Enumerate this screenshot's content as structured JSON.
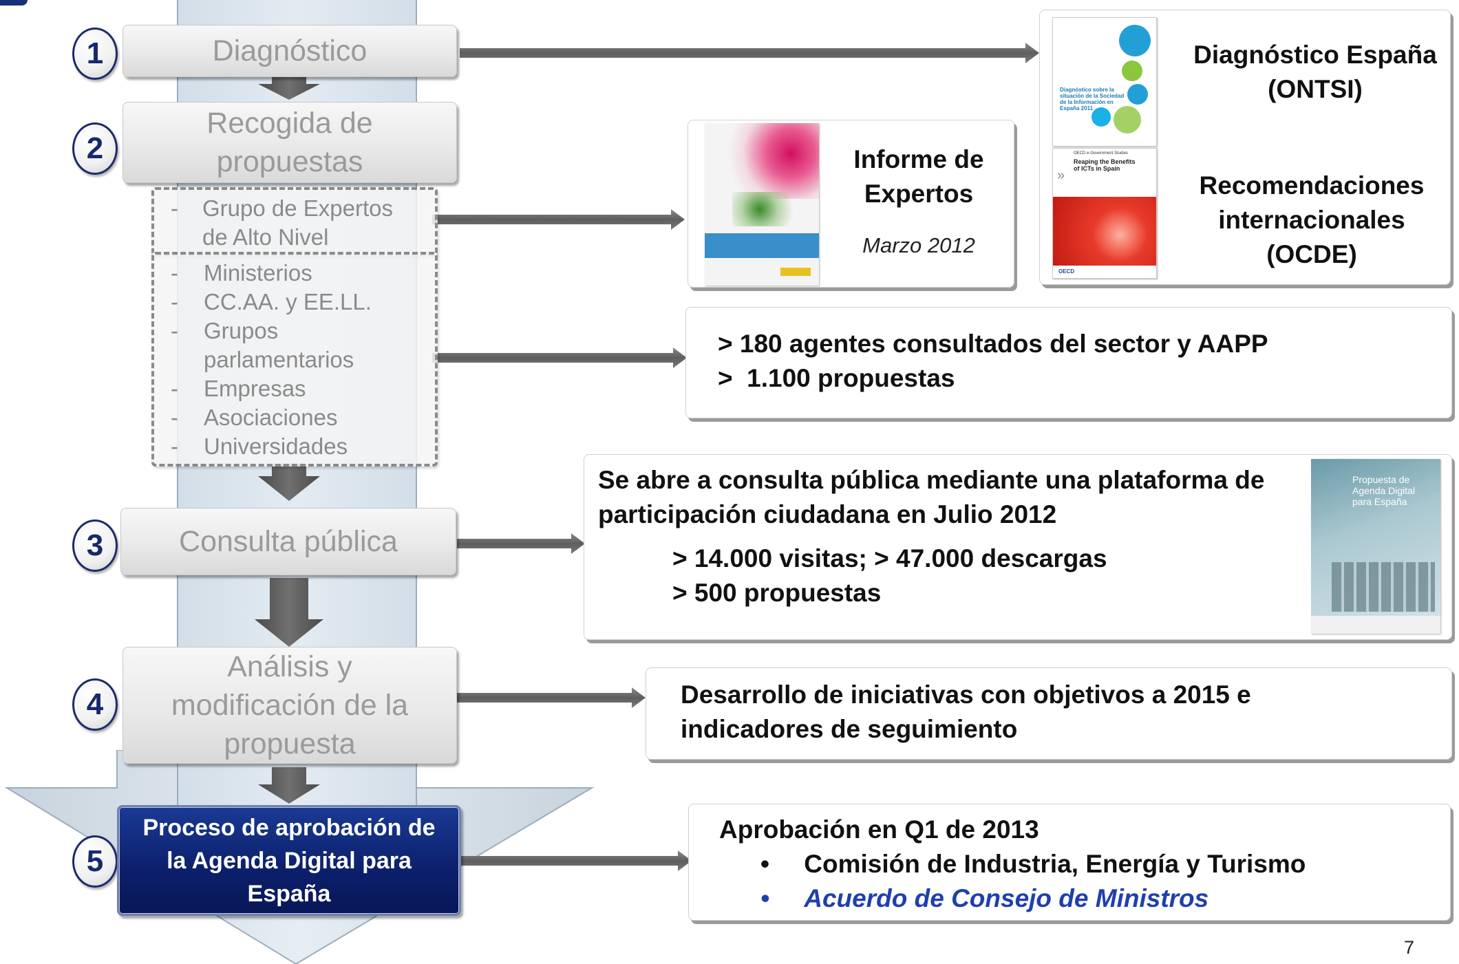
{
  "page_number": "7",
  "steps": [
    {
      "number": "1",
      "label": "Diagnóstico"
    },
    {
      "number": "2",
      "label": "Recogida de propuestas"
    },
    {
      "number": "3",
      "label": "Consulta pública"
    },
    {
      "number": "4",
      "label": "Análisis y modificación de la propuesta"
    },
    {
      "number": "5",
      "label": "Proceso de aprobación de la Agenda Digital para España"
    }
  ],
  "expert_group": {
    "items": [
      "Grupo de Expertos de Alto Nivel"
    ]
  },
  "stakeholders": {
    "items": [
      "Ministerios",
      "CC.AA. y EE.LL.",
      "Grupos parlamentarios",
      "Empresas",
      "Asociaciones",
      "Universidades"
    ]
  },
  "diagnostico_card": {
    "diag_title": "Diagnóstico España (ONTSI)",
    "reco_title": "Recomendaciones internacionales (OCDE)",
    "cover1_text": "Diagnóstico sobre la situación de la Sociedad de la Información en España 2011",
    "cover2_series": "OECD e-Government Studies",
    "cover2_title": "Reaping the Benefits of ICTs in Spain",
    "cover2_footer": "OECD"
  },
  "expertos_card": {
    "title": "Informe de Expertos",
    "date": "Marzo 2012"
  },
  "agentes_card": {
    "lines": [
      "> 180 agentes consultados del sector y AAPP",
      ">  1.100 propuestas"
    ]
  },
  "consulta_card": {
    "intro": "Se abre a consulta pública mediante una plataforma de participación ciudadana en Julio 2012",
    "lines": [
      "> 14.000 visitas; > 47.000 descargas",
      "> 500 propuestas"
    ],
    "cover_text": "Propuesta de Agenda Digital para España"
  },
  "desarrollo_card": {
    "text": "Desarrollo de iniciativas con objetivos a 2015 e indicadores de seguimiento"
  },
  "aprobacion_card": {
    "title": "Aprobación en Q1 de 2013",
    "bullets": [
      "Comisión de Industria, Energía y Turismo",
      "Acuerdo de Consejo de Ministros"
    ]
  },
  "colors": {
    "accent_blue": "#0c1f6b",
    "link_blue": "#1f3fae",
    "step_text": "#9a9a9a"
  }
}
